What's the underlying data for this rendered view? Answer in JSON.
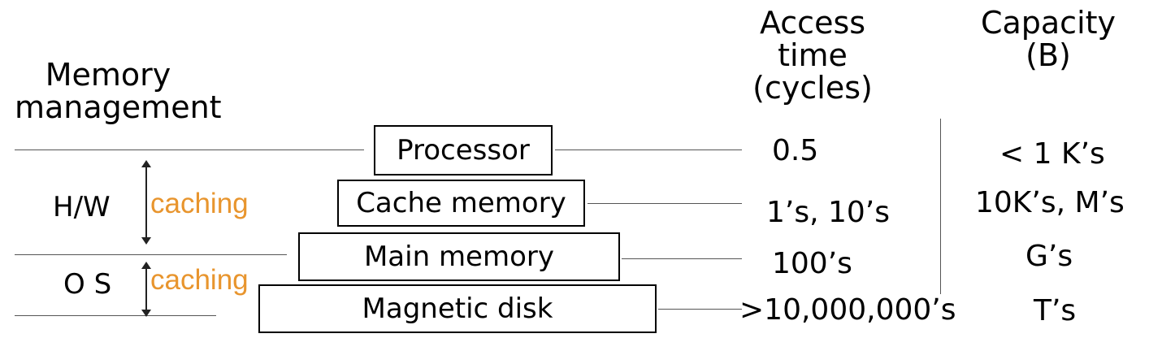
{
  "headers": {
    "memory_management": "Memory\nmanagement",
    "access_time": "Access\ntime\n(cycles)",
    "capacity": "Capacity\n(B)"
  },
  "levels": [
    {
      "name": "Processor",
      "access_time": "0.5",
      "capacity": "< 1 K’s"
    },
    {
      "name": "Cache memory",
      "access_time": "1’s, 10’s",
      "capacity": "10K’s, M’s"
    },
    {
      "name": "Main memory",
      "access_time": "100’s",
      "capacity": "G’s"
    },
    {
      "name": "Magnetic disk",
      "access_time": ">10,000,000’s",
      "capacity": "T’s"
    }
  ],
  "management": {
    "hw": {
      "label": "H/W",
      "caching": "caching"
    },
    "os": {
      "label": "O S",
      "caching": "caching"
    }
  },
  "colors": {
    "caching": "#E8952E",
    "lines": "#555555"
  }
}
